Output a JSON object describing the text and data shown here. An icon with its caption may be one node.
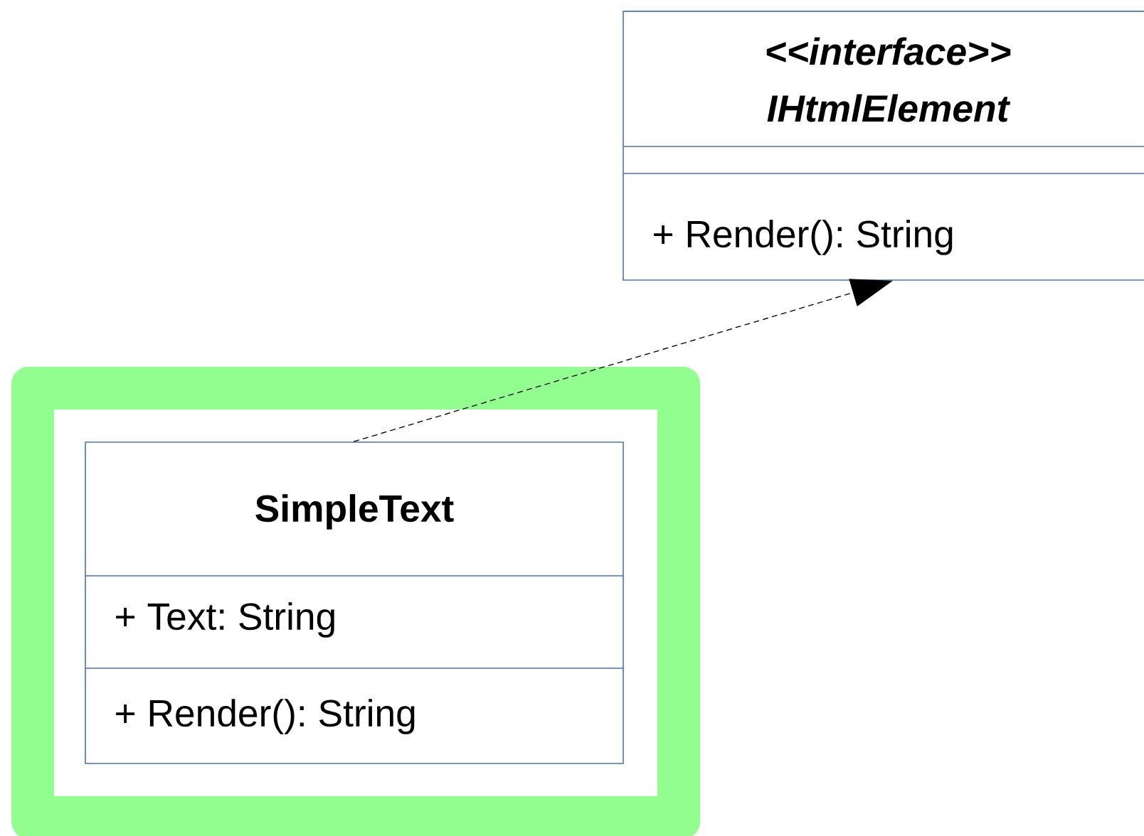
{
  "diagram": {
    "nodes": [
      {
        "text": [
          "<<interface>> IHtmlElement",
          "+ Render(): String"
        ]
      },
      {
        "text": [],
        "shape": "box"
      },
      {
        "text": [
          "SimpleText",
          "+ Text: String",
          "+ Render(): String"
        ],
        "in": 1
      }
    ],
    "edges": [
      {
        "from": 2,
        "to": 0,
        "arrow": "to",
        "style": "dashed"
      }
    ]
  }
}
